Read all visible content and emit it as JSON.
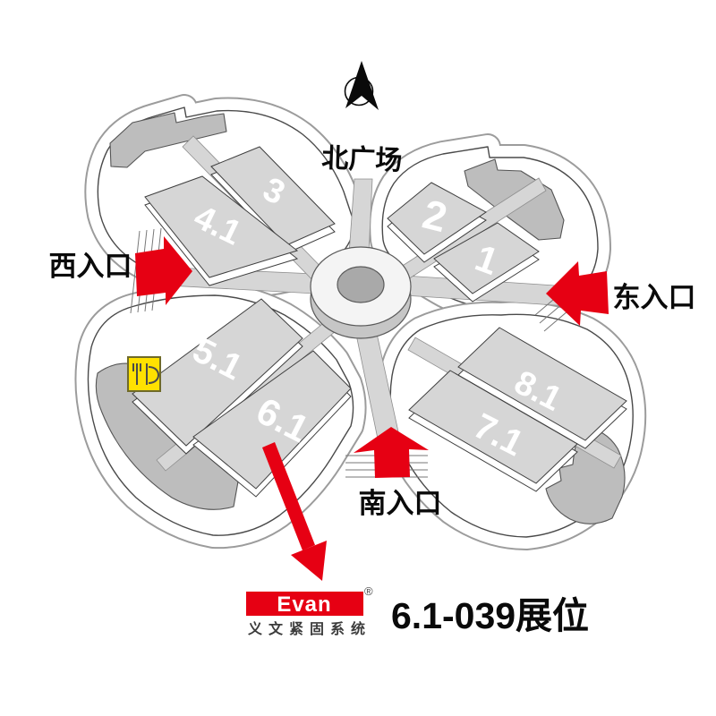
{
  "map": {
    "plaza_label": "北广场",
    "entrances": {
      "west": "西入口",
      "east": "东入口",
      "south": "南入口"
    },
    "halls": [
      {
        "id": "3",
        "label": "3",
        "highlighted": false
      },
      {
        "id": "4.1",
        "label": "4.1",
        "highlighted": false
      },
      {
        "id": "2",
        "label": "2",
        "highlighted": false
      },
      {
        "id": "1",
        "label": "1",
        "highlighted": false
      },
      {
        "id": "5.1",
        "label": "5.1",
        "highlighted": false
      },
      {
        "id": "6.1",
        "label": "6.1",
        "highlighted": true
      },
      {
        "id": "8.1",
        "label": "8.1",
        "highlighted": false
      },
      {
        "id": "7.1",
        "label": "7.1",
        "highlighted": false
      }
    ],
    "icons": {
      "compass": "north-arrow-icon",
      "amenity": "restaurant-fork-icon"
    }
  },
  "booth": {
    "label": "6.1-039展位"
  },
  "brand": {
    "name": "Evan",
    "registered_mark": "®",
    "tagline": "义文紧固系统"
  },
  "colors": {
    "highlight_red": "#e60013",
    "hall_gray": "#d6d6d6",
    "canopy_gray": "#bdbdbd",
    "outline_blue": "#2b3990",
    "restaurant_yellow": "#ffe100",
    "text_black": "#0a0a0a"
  }
}
